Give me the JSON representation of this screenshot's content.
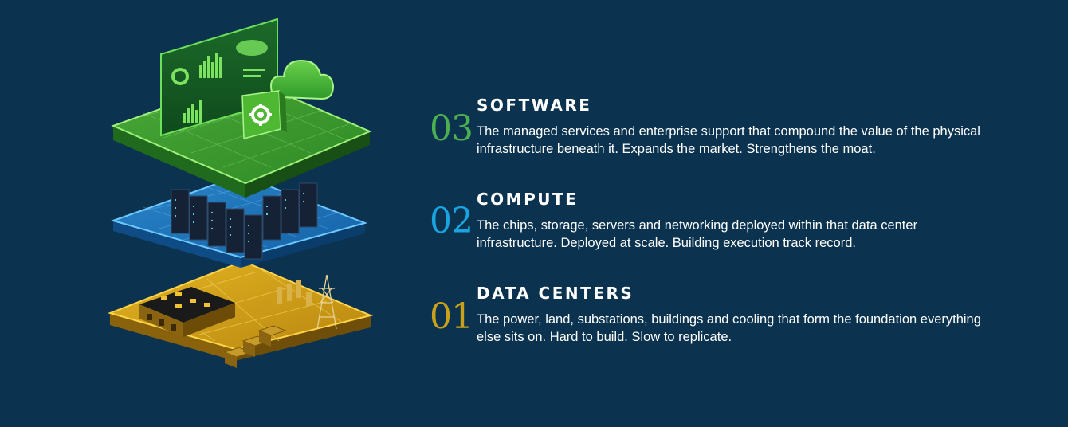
{
  "colors": {
    "background": "#0b3350",
    "software_accent": "#4cb050",
    "compute_accent": "#19a4e0",
    "datacenter_accent": "#c9a21a"
  },
  "layers": [
    {
      "number": "03",
      "title": "SOFTWARE",
      "description": "The managed services and enterprise support that compound the value of the physical infrastructure beneath it. Expands the market. Strengthens the moat.",
      "accent": "#4cb050"
    },
    {
      "number": "02",
      "title": "COMPUTE",
      "description": "The chips, storage, servers and networking deployed within that data center infrastructure. Deployed at scale. Building execution track record.",
      "accent": "#19a4e0"
    },
    {
      "number": "01",
      "title": "DATA CENTERS",
      "description": "The power, land, substations, buildings and cooling that form the foundation everything else sits on. Hard to build. Slow to replicate.",
      "accent": "#c9a21a"
    }
  ],
  "illustration": {
    "icons": [
      "dashboard-icon",
      "cloud-icon",
      "gear-icon",
      "server-rack-icon",
      "building-icon",
      "transmission-tower-icon"
    ]
  }
}
